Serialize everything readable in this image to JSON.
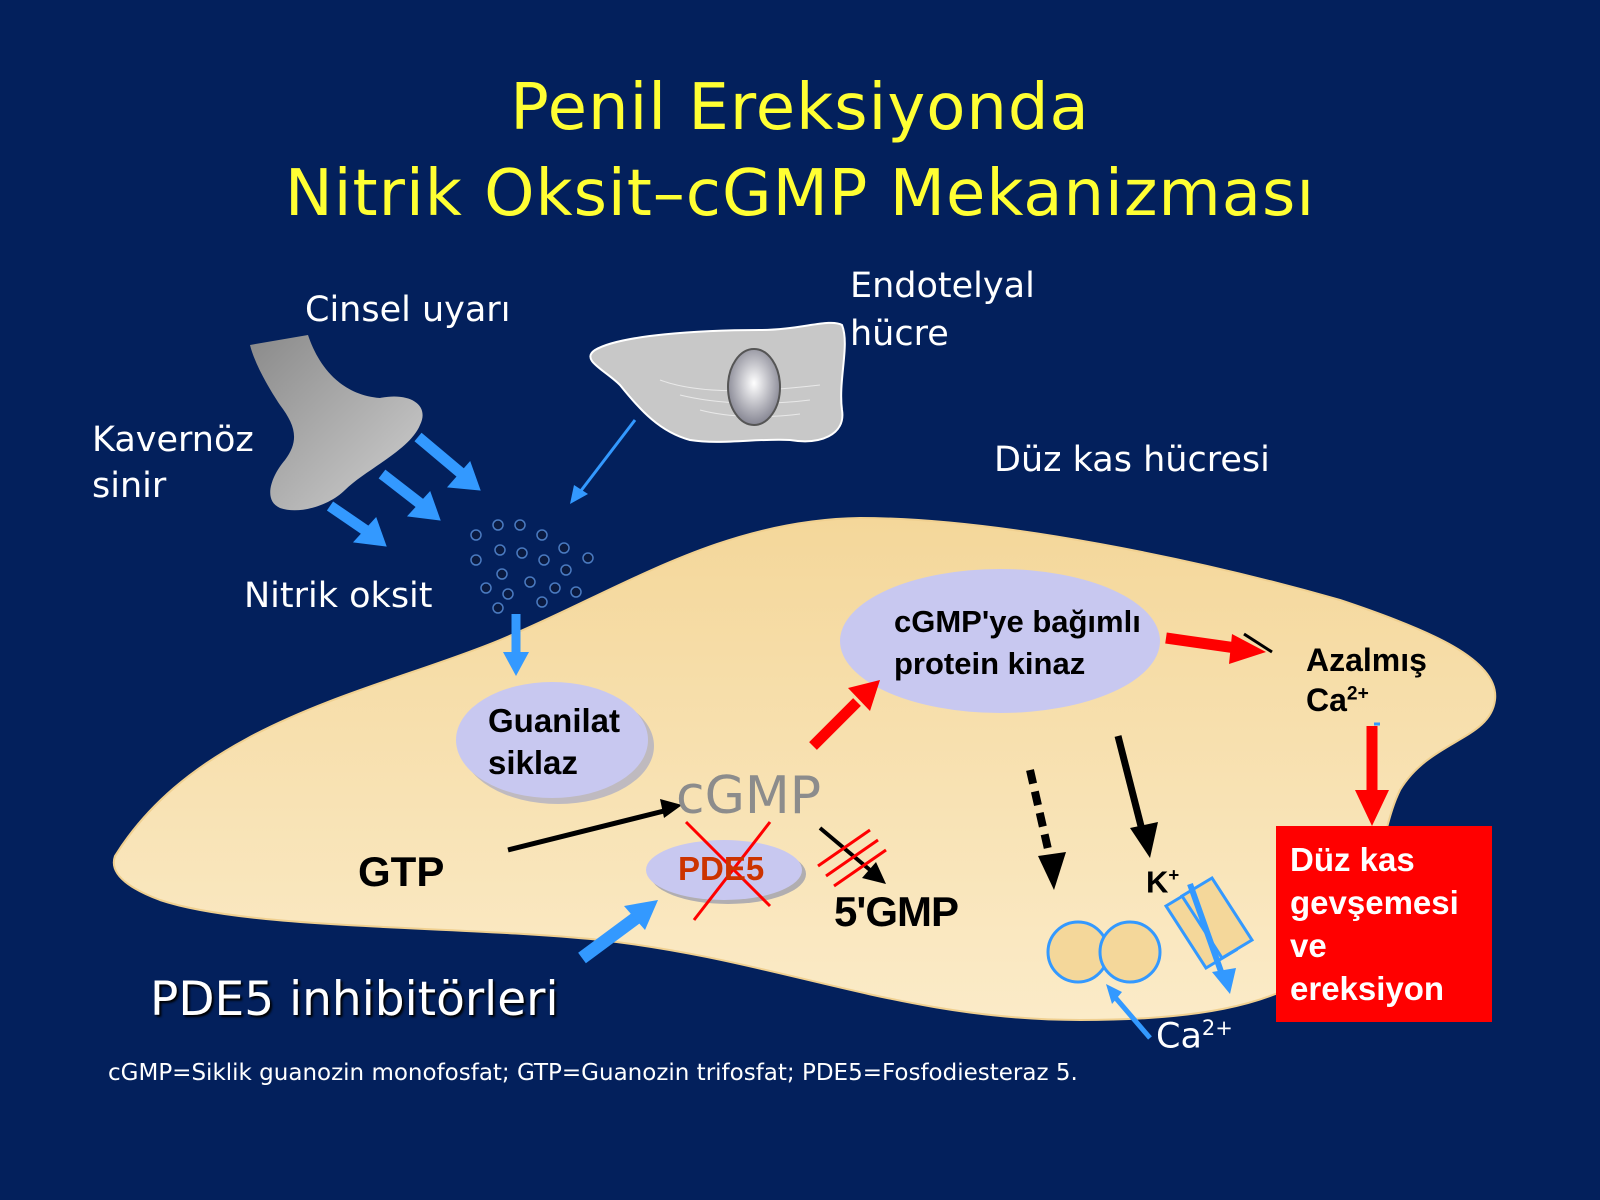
{
  "title": {
    "line1": "Penil Ereksiyonda",
    "line2": "Nitrik Oksit–cGMP Mekanizması"
  },
  "labels": {
    "cinsel_uyari": "Cinsel uyarı",
    "kavernoz_line1": "Kavernöz",
    "kavernoz_line2": "sinir",
    "endotelyal_line1": "Endotelyal",
    "endotelyal_line2": "hücre",
    "duz_kas_hucresi": "Düz kas hücresi",
    "nitrik_oksit": "Nitrik oksit",
    "guanilat_line1": "Guanilat",
    "guanilat_line2": "siklaz",
    "pkg_line1": "cGMP'ye bağımlı",
    "pkg_line2": "protein kinaz",
    "azalmis": "Azalmış",
    "ca_base": "Ca",
    "ca_charge": "2+",
    "cgmp": "cGMP",
    "gtp": "GTP",
    "pde5": "PDE5",
    "five_gmp": "5'GMP",
    "k_base": "K",
    "k_charge": "+",
    "ca_bottom_base": "Ca",
    "ca_bottom_charge": "2+",
    "pde5_inhibitors": "PDE5 inhibitörleri"
  },
  "result_box": {
    "line1": "Düz kas",
    "line2": "gevşemesi",
    "line3": "ve",
    "line4": "ereksiyon"
  },
  "footnote": "cGMP=Siklik guanozin monofosfat; GTP=Guanozin trifosfat; PDE5=Fosfodiesteraz 5.",
  "colors": {
    "background": "#03205c",
    "title": "#ffff33",
    "cell": "#f6dca0",
    "enzyme": "#c8c8f0",
    "blue_arrow": "#3399ff",
    "red": "#ff0000",
    "pde5_text": "#cc3300"
  }
}
